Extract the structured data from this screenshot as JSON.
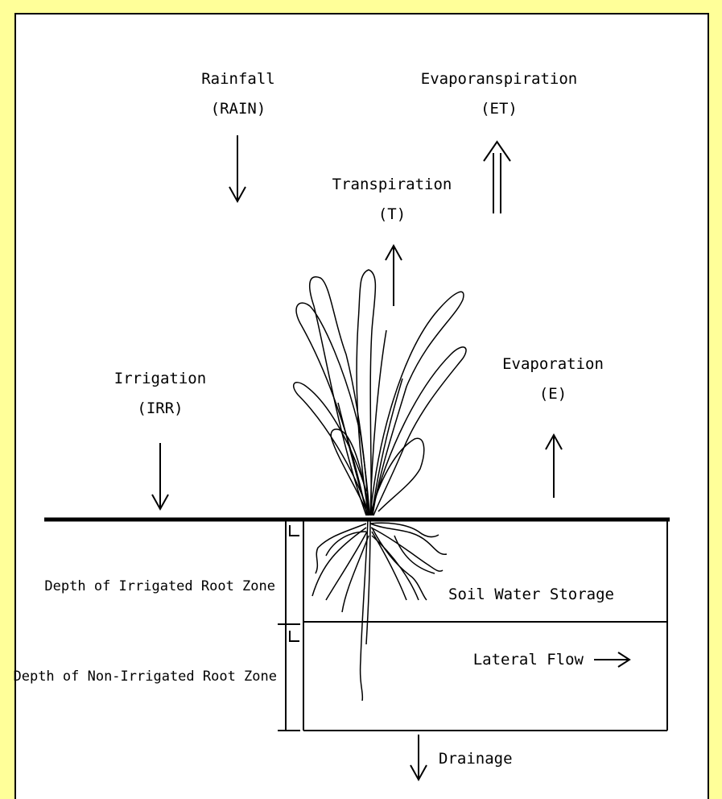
{
  "labels": {
    "rainfall": "Rainfall",
    "rain_abbr": "(RAIN)",
    "evapotranspiration": "Evaporanspiration",
    "et_abbr": "(ET)",
    "transpiration": "Transpiration",
    "t_abbr": "(T)",
    "irrigation": "Irrigation",
    "irr_abbr": "(IRR)",
    "evaporation": "Evaporation",
    "e_abbr": "(E)",
    "depth_irrigated": "Depth of Irrigated Root Zone",
    "depth_non_irrigated": "Depth  of Non-Irrigated Root Zone",
    "soil_water_storage": "Soil Water Storage",
    "lateral_flow": "Lateral Flow",
    "drainage": "Drainage"
  },
  "colors": {
    "background": "#ffff99",
    "panel": "#ffffff",
    "ink": "#000000"
  }
}
